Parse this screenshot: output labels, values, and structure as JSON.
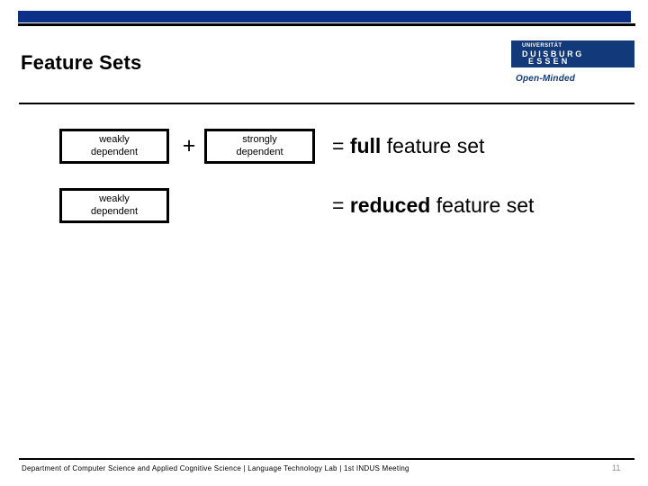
{
  "slide": {
    "title": "Feature Sets",
    "accent_color": "#0c3087",
    "logo_color": "#123a7a"
  },
  "logo": {
    "line1": "UNIVERSITÄT",
    "line2": "DUISBURG",
    "line3": "ESSEN",
    "tagline": "Open-Minded"
  },
  "diagram": {
    "rows": [
      {
        "box_left": {
          "line1": "weakly",
          "line2": "dependent"
        },
        "operator": "+",
        "box_right": {
          "line1": "strongly",
          "line2": "dependent"
        },
        "result_prefix": "=",
        "result_emphasis": "full",
        "result_suffix": "feature set"
      },
      {
        "box_left": {
          "line1": "weakly",
          "line2": "dependent"
        },
        "result_prefix": "=",
        "result_emphasis": "reduced",
        "result_suffix": "feature set"
      }
    ]
  },
  "footer": {
    "text": "Department of Computer Science and Applied Cognitive Science |  Language Technology Lab | 1st INDUS Meeting",
    "page_number": "11"
  }
}
